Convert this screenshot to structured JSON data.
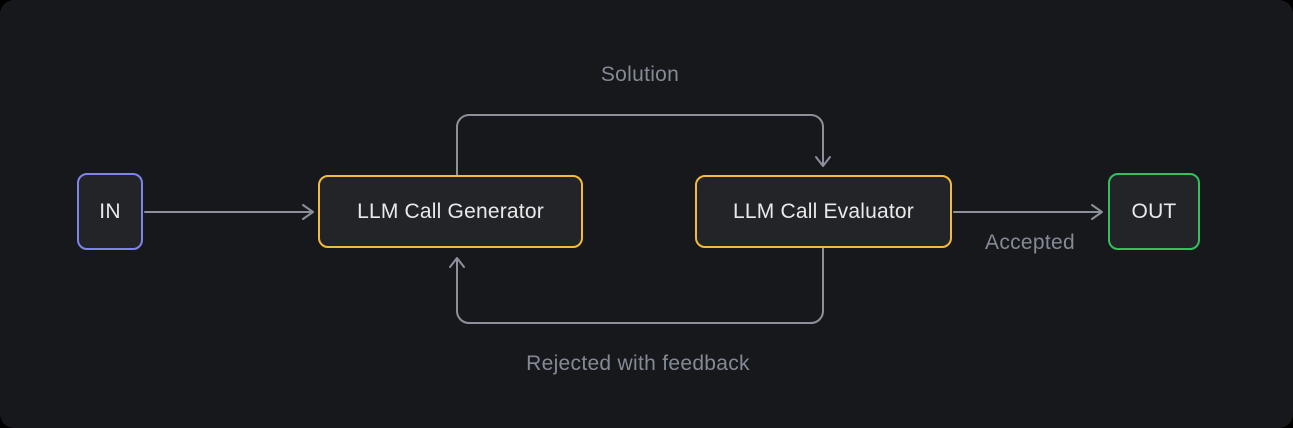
{
  "panel": {
    "background_color": "#17181c",
    "outer_background_color": "#000000"
  },
  "diagram": {
    "type": "flow-diagram",
    "description": "Evaluator-optimizer loop workflow",
    "nodes": [
      {
        "id": "in",
        "label": "IN",
        "border_color": "#7d84ea"
      },
      {
        "id": "generator",
        "label": "LLM Call Generator",
        "border_color": "#f3ba3f"
      },
      {
        "id": "evaluator",
        "label": "LLM Call Evaluator",
        "border_color": "#f3ba3f"
      },
      {
        "id": "out",
        "label": "OUT",
        "border_color": "#35c05e"
      }
    ],
    "edges": [
      {
        "from": "in",
        "to": "generator",
        "label": "",
        "route": "straight-right"
      },
      {
        "from": "generator",
        "to": "evaluator",
        "label": "Solution",
        "route": "top-loop"
      },
      {
        "from": "evaluator",
        "to": "out",
        "label": "Accepted",
        "route": "straight-right"
      },
      {
        "from": "evaluator",
        "to": "generator",
        "label": "Rejected with feedback",
        "route": "bottom-loop"
      }
    ],
    "colors": {
      "node_fill": "#232428",
      "node_text": "#e8e9eb",
      "edge_stroke": "#8b909b",
      "edge_label_text": "#848a95"
    }
  }
}
